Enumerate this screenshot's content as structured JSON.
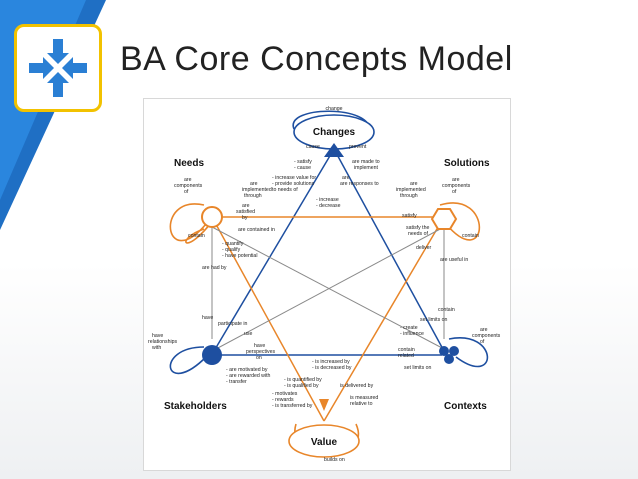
{
  "slide": {
    "title": "BA Core Concepts Model",
    "colors": {
      "accent_blue": "#1e4fa0",
      "accent_orange": "#e8862a",
      "band": "#1f6fc4",
      "logo_border": "#f2c200"
    },
    "logo_icon": "arrows-converging-icon"
  },
  "diagram": {
    "nodes": {
      "changes": "Changes",
      "needs": "Needs",
      "solutions": "Solutions",
      "stakeholders": "Stakeholders",
      "contexts": "Contexts",
      "value": "Value"
    },
    "loops": {
      "change": "change",
      "cause": "cause",
      "prevent": "prevent",
      "needs_components": [
        "are",
        "components",
        "of"
      ],
      "solutions_components": [
        "are",
        "components",
        "of"
      ],
      "contexts_components": [
        "are",
        "components",
        "of"
      ],
      "have_relationships": [
        "have",
        "relationships",
        "with"
      ],
      "builds_on": "builds on",
      "needs_contain": "contain",
      "solutions_contain": "contain"
    },
    "labels": {
      "satisfy_cause": [
        "- satisfy",
        "- cause"
      ],
      "made_to_implement": [
        "are made to",
        "implement"
      ],
      "increase_value": [
        "- increase value for",
        "- provide solutions",
        "to needs of"
      ],
      "responses_to": "are responses to",
      "impl_through_left": [
        "are",
        "implemented",
        "through"
      ],
      "impl_through_right": [
        "are",
        "implemented",
        "through"
      ],
      "increase_decrease": [
        "- increase",
        "- decrease"
      ],
      "are_satisfied_by": [
        "are",
        "satisfied",
        "by"
      ],
      "satisfy": "satisfy",
      "contained_in": "are contained in",
      "satisfy_needs": [
        "satisfy the",
        "needs of"
      ],
      "quantify": [
        "- quantify",
        "- qualify",
        "- have potential"
      ],
      "deliver": "deliver",
      "useful_in": "are useful in",
      "had_by": "are had by",
      "have": "have",
      "contain_mid": "contain",
      "participate_in": "participate in",
      "set_limits_on": "set limits on",
      "use": "use",
      "create_influence": [
        "- create",
        "- influence"
      ],
      "perspectives": [
        "have",
        "perspectives",
        "on"
      ],
      "contain_related": [
        "contain",
        "related"
      ],
      "increased_by": [
        "- is increased by",
        "- is decreased by"
      ],
      "set_limits_on_2": "set limits on",
      "motivated": [
        "- are motivated by",
        "- are rewarded with",
        "- transfer"
      ],
      "quantified_by": [
        "- is quantified by",
        "- is qualified by"
      ],
      "delivered_by": "is delivered by",
      "motivates": [
        "- motivates",
        "- rewards",
        "- is transferred by"
      ],
      "measured_relative": [
        "is measured",
        "relative to"
      ]
    }
  }
}
